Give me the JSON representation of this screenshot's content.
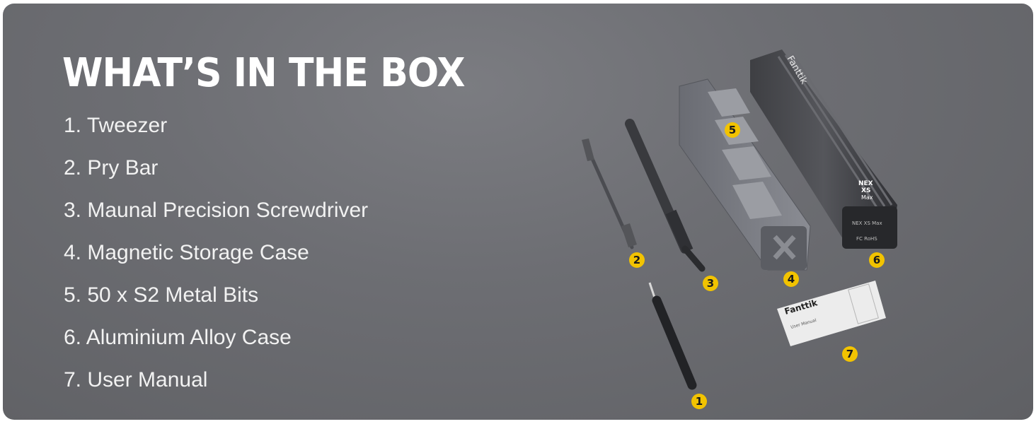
{
  "title": "WHAT’S IN THE BOX",
  "items": [
    {
      "num": 1,
      "label": "1. Tweezer"
    },
    {
      "num": 2,
      "label": "2. Pry Bar"
    },
    {
      "num": 3,
      "label": "3. Maunal Precision Screwdriver"
    },
    {
      "num": 4,
      "label": "4. Magnetic Storage Case"
    },
    {
      "num": 5,
      "label": "5. 50 x S2 Metal Bits"
    },
    {
      "num": 6,
      "label": "6. Aluminium Alloy Case"
    },
    {
      "num": 7,
      "label": "7. User Manual"
    }
  ],
  "badges": [
    "1",
    "2",
    "3",
    "4",
    "5",
    "6",
    "7"
  ],
  "product": {
    "case_brand": "Fanttik",
    "case_model_line1": "NEX",
    "case_model_line2": "XS",
    "case_model_line3": "Max",
    "case_end_label": "NEX XS Max",
    "case_end_cert": "FC RoHS",
    "manual_brand": "Fanttik",
    "manual_title": "User Manual"
  },
  "colors": {
    "background": "#6d6e73",
    "badge": "#f2c300",
    "text": "#ffffff"
  }
}
